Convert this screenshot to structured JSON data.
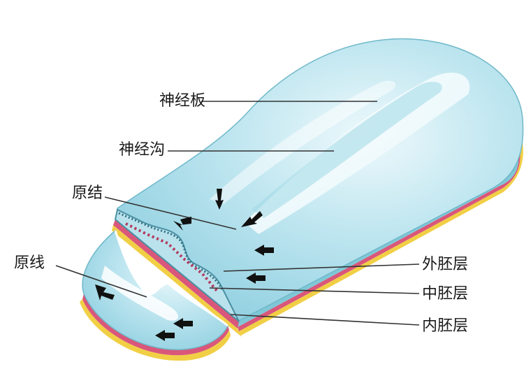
{
  "labels": {
    "neural_plate": "神经板",
    "neural_groove": "神经沟",
    "primitive_node": "原结",
    "primitive_streak": "原线",
    "ectoderm": "外胚层",
    "mesoderm": "中胚层",
    "endoderm": "内胚层"
  },
  "colors": {
    "embryo_surface": "#a9dcea",
    "embryo_light": "#e6f7fb",
    "ectoderm_layer": "#7fc7d6",
    "mesoderm_layer": "#d9577a",
    "endoderm_layer": "#f1cf45",
    "leader_line": "#333333"
  }
}
